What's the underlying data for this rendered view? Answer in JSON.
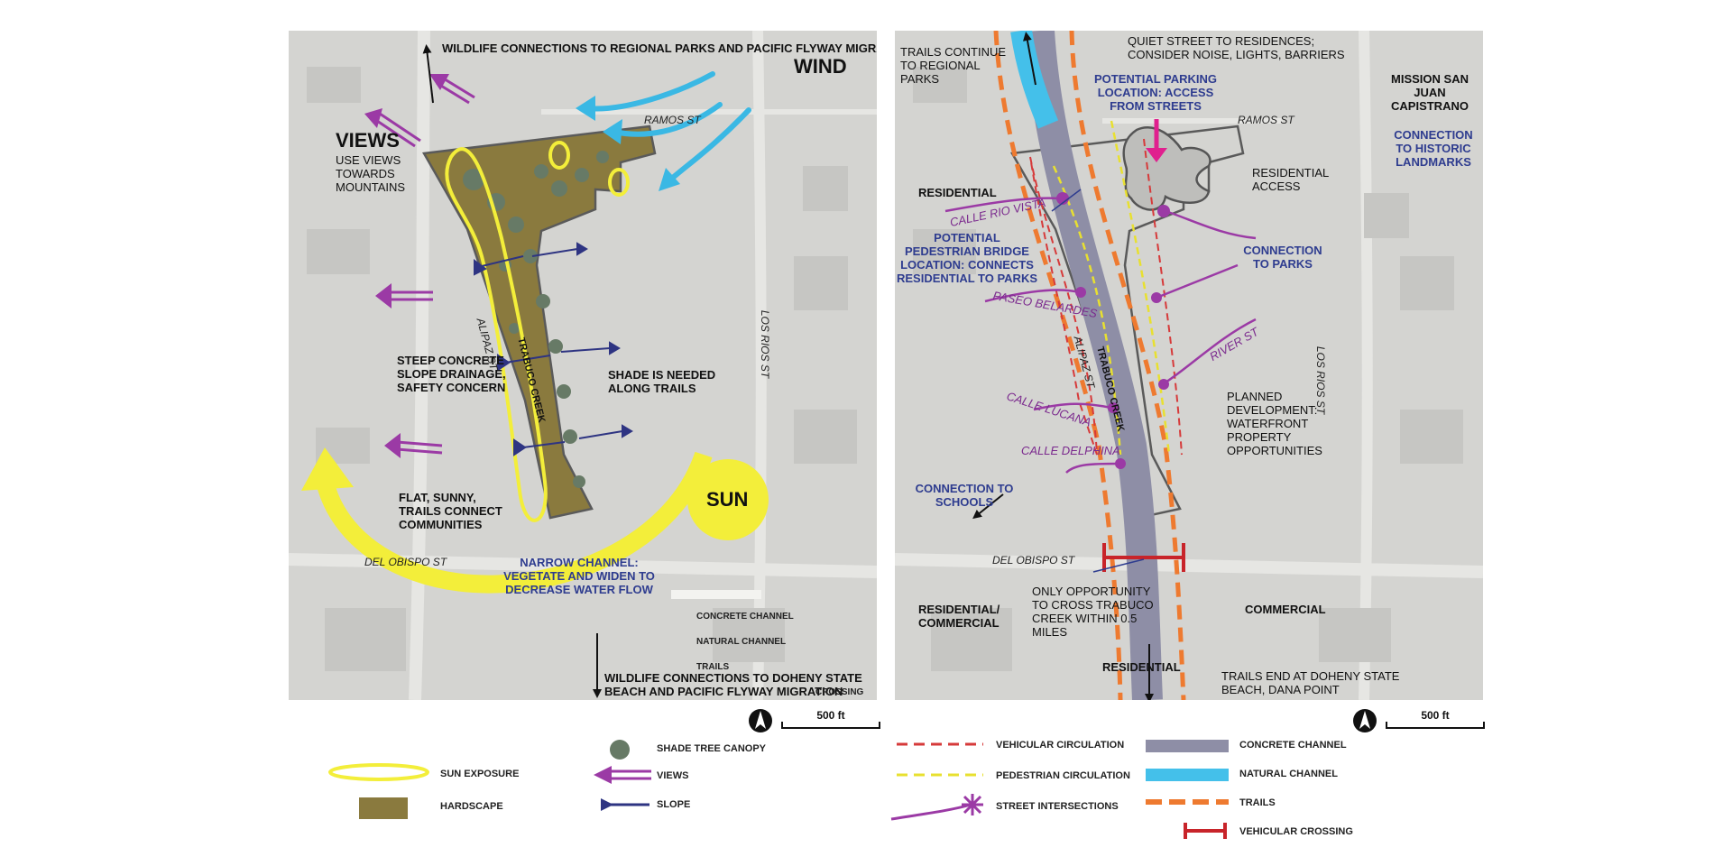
{
  "left_map": {
    "title_views": "VIEWS",
    "views_desc": "USE VIEWS TOWARDS MOUNTAINS",
    "wildlife_north": "WILDLIFE CONNECTIONS TO REGIONAL PARKS AND PACIFIC FLYWAY MIGRATION",
    "wind": "WIND",
    "ramos_st": "RAMOS ST",
    "alipaz_st": "ALIPAZ ST",
    "trabuco_creek": "TRABUCO CREEK",
    "los_rios_st": "LOS RIOS ST",
    "steep_slope": "STEEP CONCRETE SLOPE DRAINAGE, SAFETY CONCERN",
    "shade_needed": "SHADE IS NEEDED ALONG TRAILS",
    "flat_sunny": "FLAT, SUNNY, TRAILS CONNECT COMMUNITIES",
    "sun": "SUN",
    "del_obispo_st": "DEL OBISPO ST",
    "narrow_channel": "NARROW CHANNEL: VEGETATE AND WIDEN TO DECREASE WATER FLOW",
    "concrete_channel": "CONCRETE CHANNEL",
    "natural_channel": "NATURAL CHANNEL",
    "trails": "TRAILS",
    "wildlife_south": "WILDLIFE CONNECTIONS TO DOHENY STATE BEACH AND PACIFIC FLYWAY MIGRATION",
    "crossing": "CROSSING"
  },
  "right_map": {
    "trails_continue": "TRAILS CONTINUE TO REGIONAL PARKS",
    "quiet_street": "QUIET STREET TO RESIDENCES; CONSIDER NOISE, LIGHTS, BARRIERS",
    "parking": "POTENTIAL PARKING LOCATION: ACCESS FROM STREETS",
    "ramos_st": "RAMOS ST",
    "mission": "MISSION SAN JUAN CAPISTRANO",
    "historic": "CONNECTION TO HISTORIC LANDMARKS",
    "residential_nw": "RESIDENTIAL",
    "residential_access": "RESIDENTIAL ACCESS",
    "calle_rio_vista": "CALLE RIO VISTA",
    "ped_bridge": "POTENTIAL PEDESTRIAN BRIDGE LOCATION: CONNECTS RESIDENTIAL TO PARKS",
    "connection_parks": "CONNECTION TO PARKS",
    "paseo_belardes": "PASEO BELARDES",
    "alipaz_st": "ALIPAZ ST",
    "trabuco_creek": "TRABUCO CREEK",
    "river_st": "RIVER ST",
    "los_rios_st": "LOS RIOS ST",
    "calle_lucana": "CALLE LUCANA",
    "planned_dev": "PLANNED DEVELOPMENT: WATERFRONT PROPERTY OPPORTUNITIES",
    "calle_delphina": "CALLE DELPHINA",
    "connection_schools": "CONNECTION TO SCHOOLS",
    "del_obispo_st": "DEL OBISPO ST",
    "residential_commercial": "RESIDENTIAL/ COMMERCIAL",
    "only_opportunity": "ONLY OPPORTUNITY TO CROSS TRABUCO CREEK WITHIN 0.5 MILES",
    "commercial": "COMMERCIAL",
    "residential_s": "RESIDENTIAL",
    "trails_end": "TRAILS END AT DOHENY STATE BEACH, DANA POINT"
  },
  "scale_left": "500 ft",
  "scale_right": "500 ft",
  "legend": {
    "sun_exposure": "SUN EXPOSURE",
    "hardscape": "HARDSCAPE",
    "shade_tree_canopy": "SHADE TREE CANOPY",
    "views": "VIEWS",
    "slope": "SLOPE",
    "vehicular_circulation": "VEHICULAR CIRCULATION",
    "pedestrian_circulation": "PEDESTRIAN CIRCULATION",
    "street_intersections": "STREET INTERSECTIONS",
    "concrete_channel": "CONCRETE CHANNEL",
    "natural_channel": "NATURAL CHANNEL",
    "trails": "TRAILS",
    "vehicular_crossing": "VEHICULAR CROSSING"
  },
  "colors": {
    "sun_yellow": "#f3ee3a",
    "hardscape": "#8a7a3e",
    "views_purple": "#9b3aa5",
    "wind_blue": "#3ab8e4",
    "slope_navy": "#2e3482",
    "vehicular_red": "#d63a3a",
    "pedestrian_yellow": "#e8e030",
    "trail_orange": "#ee7a30",
    "concrete_channel": "#8e8ea6",
    "natural_channel": "#44c0ea",
    "crossing_red": "#c8242a",
    "label_blue": "#2e3c8f"
  }
}
